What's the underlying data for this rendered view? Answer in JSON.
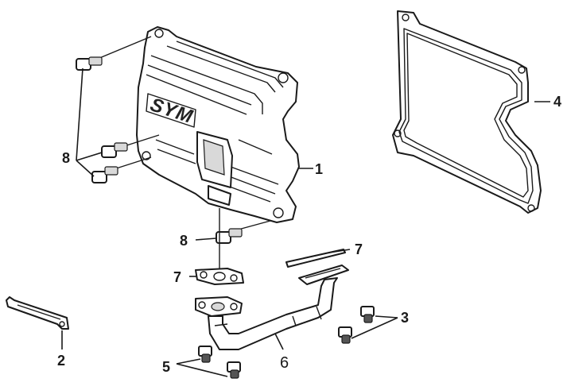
{
  "callouts": {
    "c1": "1",
    "c2": "2",
    "c3": "3",
    "c4": "4",
    "c5": "5",
    "c6": "6",
    "c7a": "7",
    "c7b": "7",
    "c8a": "8",
    "c8b": "8"
  },
  "brand_mark": "SYM",
  "colors": {
    "line": "#1a1a1a",
    "background": "#ffffff",
    "shade": "#d9d9d9"
  }
}
